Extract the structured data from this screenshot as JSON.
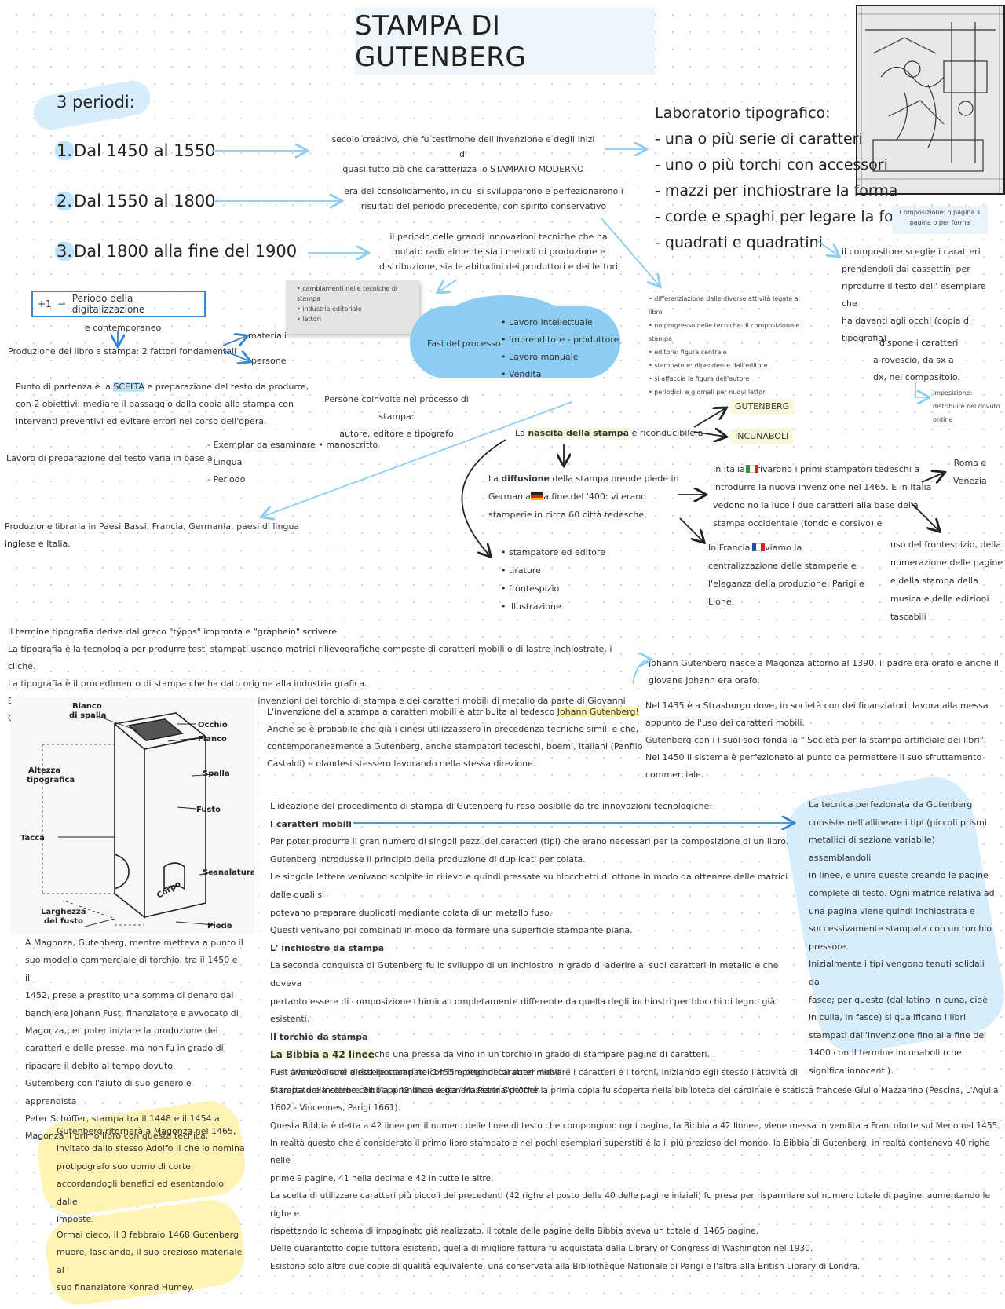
{
  "title": "STAMPA DI GUTENBERG",
  "periods": {
    "heading": "3 periodi:",
    "p1_num": "1.",
    "p1_label": "Dal 1450 al 1550",
    "p2_num": "2.",
    "p2_label": "Dal 1550 al 1800",
    "p3_num": "3.",
    "p3_label": "Dal 1800 alla fine del 1900",
    "p1_desc_1": "secolo creativo, che fu testimone dell'invenzione e degli inizi di",
    "p1_desc_2": "quasi tutto ciò che caratterizza lo STAMPATO MODERNO",
    "p2_desc_1": "era del consolidamento, in cui si svilupparono e perfezionarono i",
    "p2_desc_2": "risultati del periodo precedente, con spirito conservativo",
    "p3_desc_1": "il periodo delle grandi innovazioni tecniche che ha",
    "p3_desc_2": "mutato radicalmente sia i metodi di produzione e",
    "p3_desc_3": "distribuzione, sia le abitudini dei produttori e dei lettori",
    "digital_prefix": "+1",
    "digital_label": "Periodo della digitalizzazione",
    "digital_sub": "e contemporaneo"
  },
  "grey_card": {
    "l1": "• cambiamenti nelle tecniche di stampa",
    "l2": "• industria editoriale",
    "l3": "• lettori"
  },
  "lab": {
    "heading": "Laboratorio tipografico:",
    "i1": "- una o più serie di caratteri",
    "i2": "- uno o più torchi con accessori",
    "i3": "- mazzi per inchiostrare la forma",
    "i4": "- corde e spaghi per legare la forma",
    "i5": "- quadrati e quadratini",
    "note_1": "Composizione: o pagina x",
    "note_2": "pagina o per forma"
  },
  "compositore": {
    "l1": "il compositore sceglie i caratteri",
    "l2": "prendendoli dai cassettini per",
    "l3": "riprodurre il testo dell' esemplare che",
    "l4": "ha davanti agli occhi (copia di",
    "l5": "tipografia)",
    "r1": "dispone i caratteri",
    "r2": "a rovescio, da sx a",
    "r3": "dx, nel compositoio.",
    "imp1": "imposizione:",
    "imp2": "distribuire nel dovuto",
    "imp3": "ordine"
  },
  "differenziazione": {
    "l1": "• differenziazione dalle diverse attività legate al",
    "l2": "libro",
    "l3": "• no progresso nelle tecniche di composizione e",
    "l4": "stampa",
    "l5": "• editore: figura centrale",
    "l6": "• stampatore: dipendente dall'editore",
    "l7": "• si affaccia la figura dell'autore",
    "l8": "• periodici, e giornali per nuovi lettori"
  },
  "produzione": {
    "line": "Produzione del libro a stampa: 2 fattori fondamentali",
    "f1": "materiali",
    "f2": "persone",
    "fasi_label": "Fasi del processo",
    "fase1": "• Lavoro intellettuale",
    "fase2": "• Imprenditore - produttore",
    "fase3": "• Lavoro manuale",
    "fase4": "• Vendita",
    "persone_1": "Persone coinvolte nel processo di stampa:",
    "persone_2": "autore, editore e tipografo"
  },
  "punto": {
    "l1_a": "Punto di partenza è la ",
    "l1_hl": "SCELTA",
    "l1_b": " e preparazione del testo da produrre,",
    "l2": "con 2 obiettivi: mediare il passaggio dalla copia alla stampa con",
    "l3": "interventi preventivi ed evitare errori nel corso dell'opera."
  },
  "lavoro": {
    "line": "Lavoro di preparazione del testo varia in base a:",
    "o1": "- Exemplar da esaminare  • manoscritto",
    "o2": "- Lingua",
    "o3": "- Periodo"
  },
  "produzione_libraria": {
    "l1": "Produzione libraria in Paesi Bassi, Francia, Germania, paesi di lingua",
    "l2": "inglese e Italia."
  },
  "nascita": {
    "a": "La ",
    "b": "nascita della stampa",
    "c": " è riconducibile a",
    "g": "GUTENBERG",
    "i": "INCUNABOLI"
  },
  "diffusione": {
    "l1_a": "La ",
    "l1_b": "diffusione",
    "l1_c": " della stampa prende piede in",
    "l2": "Germania        alla fine del '400: vi erano",
    "l3": "stamperie in circa 60 città tedesche.",
    "b1": "• stampatore ed editore",
    "b2": "• tirature",
    "b3": "• frontespizio",
    "b4": "• illustrazione"
  },
  "italia": {
    "l1": "In Italia        arrivarono i primi stampatori tedeschi a",
    "l2": "introdurre la nuova invenzione nel 1465. E in Italia",
    "l3": "vedono no la luce i due caratteri alla base della",
    "l4": "stampa occidentale (tondo e corsivo) e",
    "r1": "Roma e",
    "r2": "Venezia",
    "u1": "uso del frontespizio, della",
    "u2": "numerazione delle pagine",
    "u3": "e della stampa della",
    "u4": "musica e delle edizioni",
    "u5": "tascabili"
  },
  "francia": {
    "l1": "In Francia        troviamo la",
    "l2": "centralizzazione delle stamperie e",
    "l3": "l'eleganza della produzione: Parigi e",
    "l4": "Lione."
  },
  "tipografia": {
    "l1": "Il termine tipografia deriva dal greco \"týpos\" impronta e \"gràphein\" scrivere.",
    "l2": "La tipografia è la tecnologia per produrre testi stampati usando matrici rilievografiche composte di caratteri mobili o di lastre inchiostrate, i cliché.",
    "l3": "La tipografia è il procedimento di stampa che ha dato origine alla industria grafica.",
    "l4": "Si è affermato verso la metà del XV secolo in seguito alle invenzioni del torchio di stampa e dei caratteri mobili di metallo da parte di Giovanni Gutenberg"
  },
  "johann": {
    "l1": "Johann Gutenberg nasce a Magonza attorno al 1390, il padre era orafo e anche il",
    "l2": "giovane Johann era orafo.",
    "s1": "Nel 1435 è a Strasburgo dove, in società con dei finanziatori, lavora alla messa",
    "s2": "appunto dell'uso dei caratteri mobili.",
    "s3": "Gutenberg con i i suoi soci fonda la \" Società per la stampa artificiale dei libri\".",
    "s4": "Nel 1450 il sistema è perfezionato al punto da permettere il suo sfruttamento",
    "s5": "commerciale."
  },
  "invenzione": {
    "l1_a": "L'invenzione della stampa a caratteri mobili è attribuita al tedesco ",
    "l1_hl": "Johann Gutenberg!",
    "l2": "Anche se è probabile che già i cinesi utilizzassero in precedenza tecniche simili e che,",
    "l3": "contemporaneamente a Gutenberg, anche stampatori tedeschi, boemi, italiani (Panfilo",
    "l4": "Castaldi) e olandesi stessero lavorando nella stessa direzione."
  },
  "diagram": {
    "bianco": "Bianco",
    "di_spalla": "di spalla",
    "occhio": "Occhio",
    "fianco": "Fianco",
    "spalla": "Spalla",
    "altezza": "Altezza",
    "tipografica": "tipografica",
    "fusto": "Fusto",
    "tacca": "Tacca",
    "scanalatura": "Scanalatura",
    "corpo": "Corpo",
    "larghezza": "Larghezza",
    "del_fusto": "del fusto",
    "piede": "Piede"
  },
  "ideazione": {
    "intro": "L'ideazione del procedimento di stampa di Gutenberg fu reso posibile da tre innovazioni tecnologiche:",
    "h1": "I caratteri mobili",
    "c1": "Per poter produrre il gran numero di singoli pezzi dei caratteri (tipi) che erano necessari per la composizione di un libro.",
    "c2": "Gutenberg introdusse il principio della produzione di duplicati per colata.",
    "c3": "Le singole lettere venivano scolpite in rilievo e quindi pressate su blocchetti di ottone in modo da ottenere delle matrici dalle quali si",
    "c4": "potevano preparare duplicati mediante colata di un metallo fuso.",
    "c5": "Questi venivano poi combinati in modo da formare una superficie stampante piana.",
    "h2": "L' inchiostro da stampa",
    "i1": "La seconda conquista di Gutenberg fu lo sviluppo di un inchiostro in grado di aderire ai suoi caratteri in metallo e che doveva",
    "i2": "pertanto essere di composizione chimica completamente differente da quella degli inchiostri per blocchi di legno già esistenti.",
    "h3": "Il torchio da stampa",
    "t1": "Gutenberg trasformò anche una pressa da vino in un torchio in grado di stampare pagine di caratteri. .",
    "t2": "Fust avanzò i suoi diritti ipotecari nel 1455 e ottenne di poter rilevare i caratteri e i torchi, iniziando egli stesso l'attività di",
    "t3": "stampatore insieme con l'apprendista e genero Peter Schöffer."
  },
  "tecnica": {
    "l1": "La tecnica perfezionata da Gutenberg",
    "l2": "consiste nell'allineare i tipi (piccoli prismi",
    "l3": "metallici di sezione variabile) assemblandoli",
    "l4": "in linee, e unire queste creando le pagine",
    "l5": "complete di testo. Ogni matrice relativa ad",
    "l6": "una pagina viene quindi inchiostrata e",
    "l7": "successivamente stampata con un torchio",
    "l8": "pressore.",
    "l9": "Inizialmente i tipi vengono tenuti solidali da",
    "l10": "fasce; per questo (dal latino in cuna, cioè",
    "l11": "in culla, in fasce) si qualificano i libri",
    "l12": "stampati dall'invenzione fino alla fine del",
    "l13": "1400 con il termine incunaboli (che",
    "l14": "significa innocenti)."
  },
  "magonza": {
    "l1": "A Magonza, Gutenberg, mentre metteva a punto il",
    "l2": "suo modello commerciale di torchio, tra il 1450 e il",
    "l3": "1452, prese a prestito una somma di denaro dal",
    "l4": "banchiere Johann Fust, finanziatore e avvocato di",
    "l5": "Magonza,per poter iniziare la produzione dei",
    "l6": "caratteri e delle presse, ma non fu in grado di",
    "l7": "ripagare il debito al tempo dovuto.",
    "l8": "Gutemberg con l'aiuto di suo genero e apprendista",
    "l9": "Peter Schöffer, stampa tra il 1448 e il 1454 a",
    "l10": "Magonza il primo libro con questa tecnica.",
    "r1": "Gutenberg ritornerà a Magonza nel 1465,",
    "r2": "invitato dallo stesso Adolfo II che lo nomina",
    "r3": "protipografo suo uomo di corte,",
    "r4": "accordandogli benefici ed esentandolo dalle",
    "r5": "imposte.",
    "d1": "Ormai cieco, il 3 febbraio 1468 Gutenberg",
    "d2": "muore, lasciando, il suo prezioso materiale al",
    "d3": "suo finanziatore Konrad Humey."
  },
  "bibbia": {
    "h": "La Bibbia a 42 linee",
    "l1": "Fu il primo volume a essere stampato con l'impiego di caratteri mobili",
    "l2": "Si tratta della celebre Bibbia a 42 linee detta \"Mazzarina\"perché la prima copia fu scoperta nella biblioteca del cardinale e statista francese Giulio Mazzarino (Pescina, L'Aquila",
    "l3": "1602 - Vincennes, Parigi 1661).",
    "l4": "Questa Bibbia è detta a 42 linee per il numero delle linee di testo che compongono ogni pagina, la Bibbia a 42 linnee, viene messa in vendita a Francoforte sul Meno nel 1455.",
    "l5": "In realtà questo che è considerato il primo libro stampato e nei pochi esemplari superstiti è la il più prezioso del mondo, la Bibbia di Gutenberg, in realtà conteneva 40 righe nelle",
    "l6": "prime 9 pagine, 41 nella decima e 42 in tutte le altre.",
    "l7": "La scelta di utilizzare caratteri più piccoli dei precedenti (42 righe al posto delle 40 delle pagine iniziali) fu presa per risparmiare sul numero totale di pagine, aumentando le righe e",
    "l8": "rispettando lo schema di impaginato già realizzato, il totale delle pagine della Bibbia aveva un totale di 1465 pagine.",
    "l9": "Delle quarantotto copie tuttora esistenti, quella di migliore fattura fu acquistata dalla Library of Congress di Washington nel 1930.",
    "l10": "Esistono solo altre due copie di qualità equivalente, una conservata alla Bibliothèque Nationale di Parigi e l'altra alla British Library di Londra."
  },
  "colors": {
    "accent_blue": "#3a86d0",
    "arrow_light": "#8ecdf2",
    "highlight_blue": "#bfe3fa",
    "highlight_yellow": "#fff3b0"
  }
}
